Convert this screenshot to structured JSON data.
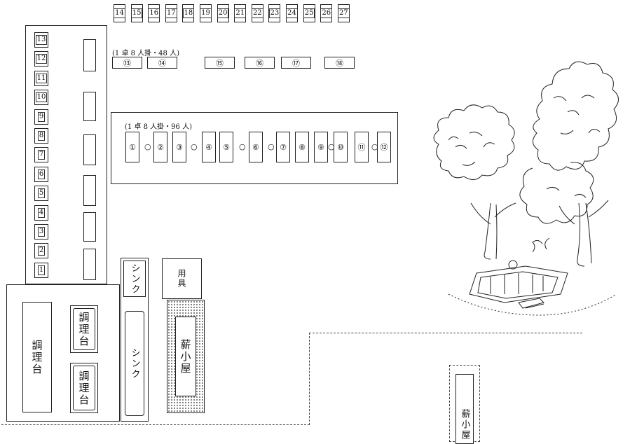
{
  "top_row_tables": [
    "14",
    "15",
    "16",
    "17",
    "18",
    "19",
    "20",
    "21",
    "22",
    "23",
    "24",
    "25",
    "26",
    "27"
  ],
  "left_column_tables": [
    "13",
    "12",
    "11",
    "10",
    "9",
    "8",
    "7",
    "6",
    "5",
    "4",
    "3",
    "2",
    "1"
  ],
  "group_6": {
    "caption": "(1 卓 8 人掛・48 人)",
    "tables": [
      "⑬",
      "⑭",
      "⑮",
      "⑯",
      "⑰",
      "⑱"
    ]
  },
  "group_12": {
    "caption": "(1 卓 8 人掛・96 人)",
    "tables": [
      "①",
      "②",
      "③",
      "④",
      "⑤",
      "⑥",
      "⑦",
      "⑧",
      "⑨",
      "⑩",
      "⑪",
      "⑫"
    ],
    "dot": "○"
  },
  "kitchen": {
    "cook_table_big": "調理台",
    "cook_table_top": "調理台",
    "cook_table_bottom": "調理台",
    "sink_label": "シンク",
    "sink_long": "シンク",
    "tools": "用具",
    "firewood_hut": "薪小屋"
  },
  "right_area": {
    "firewood_hut_small": "薪小屋"
  }
}
